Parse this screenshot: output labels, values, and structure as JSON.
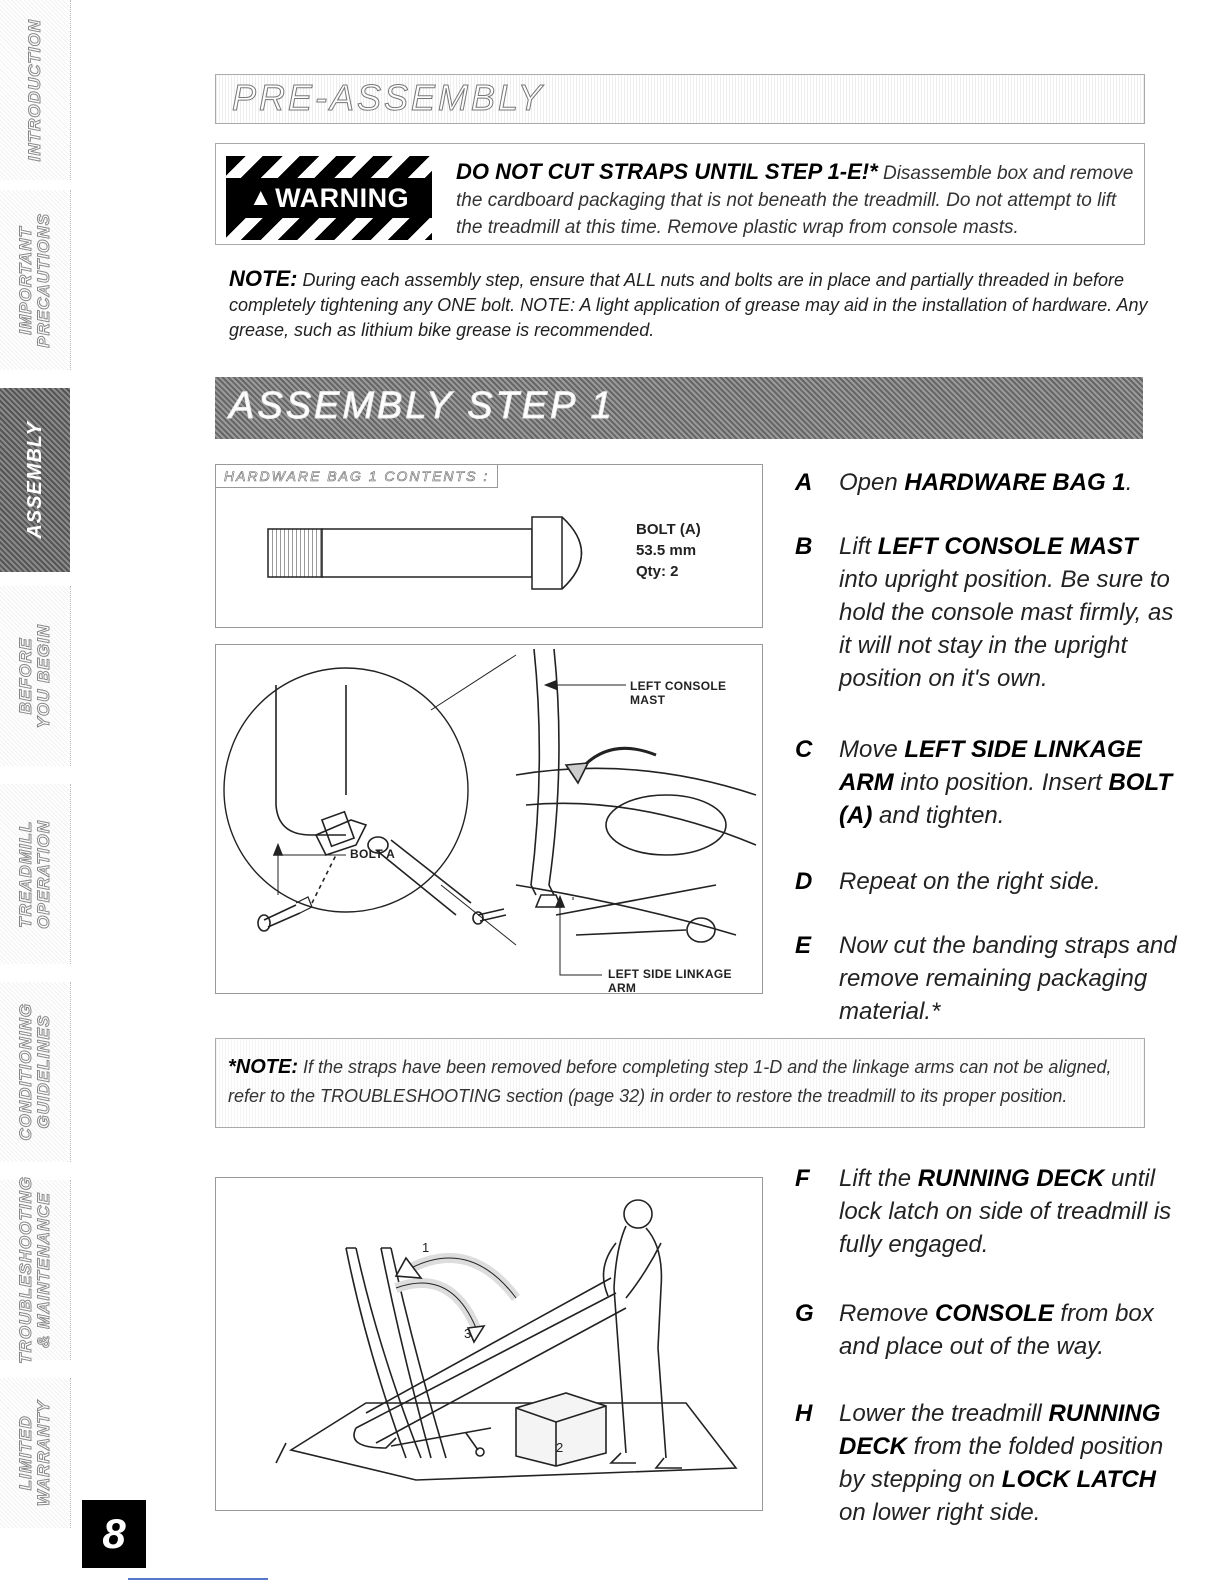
{
  "side_nav": [
    {
      "label": "INTRODUCTION",
      "active": false
    },
    {
      "label": "IMPORTANT\nPRECAUTIONS",
      "active": false
    },
    {
      "label": "ASSEMBLY",
      "active": true
    },
    {
      "label": "BEFORE\nYOU BEGIN",
      "active": false
    },
    {
      "label": "TREADMILL\nOPERATION",
      "active": false
    },
    {
      "label": "CONDITIONING\nGUIDELINES",
      "active": false
    },
    {
      "label": "TROUBLESHOOTING\n& MAINTENANCE",
      "active": false
    },
    {
      "label": "LIMITED\nWARRANTY",
      "active": false
    }
  ],
  "page_number": "8",
  "pre_assembly": {
    "title": "PRE-ASSEMBLY",
    "warning_label": "WARNING",
    "warning_lead": "DO NOT CUT STRAPS UNTIL STEP 1-E!*",
    "warning_text": " Disassemble box and remove the cardboard packaging that is not beneath the treadmill. Do not attempt to lift the treadmill at this time. Remove plastic wrap from console masts.",
    "note_lead": "NOTE:",
    "note_text": " During each assembly step, ensure that ALL nuts and bolts are in place and partially threaded in before completely tightening any ONE bolt. NOTE: A light application of grease may aid in the installation of hardware. Any grease, such as lithium bike grease is recommended."
  },
  "step1": {
    "title": "ASSEMBLY STEP 1",
    "hardware_label": "HARDWARE BAG 1 CONTENTS :",
    "bolt_name": "BOLT (A)",
    "bolt_length": "53.5 mm",
    "bolt_qty": "Qty: 2",
    "fig_labels": {
      "mast": "LEFT CONSOLE MAST",
      "bolt": "BOLT A",
      "arm": "LEFT SIDE LINKAGE ARM",
      "arrow1": "1",
      "arrow3": "3",
      "box2": "2"
    },
    "instructions": [
      {
        "letter": "A",
        "pre": "Open ",
        "bold": "HARDWARE BAG 1",
        "mid": ".",
        "bold2": "",
        "post": ""
      },
      {
        "letter": "B",
        "pre": "Lift ",
        "bold": "LEFT CONSOLE MAST",
        "mid": " into upright position. Be sure to hold the console mast firmly, as it will not stay in the upright position on it's own.",
        "bold2": "",
        "post": ""
      },
      {
        "letter": "C",
        "pre": "Move ",
        "bold": "LEFT SIDE LINKAGE ARM",
        "mid": " into position. Insert ",
        "bold2": "BOLT (A)",
        "post": " and tighten."
      },
      {
        "letter": "D",
        "pre": "Repeat on the right side.",
        "bold": "",
        "mid": "",
        "bold2": "",
        "post": ""
      },
      {
        "letter": "E",
        "pre": "Now cut the banding straps and remove remaining packaging material.*",
        "bold": "",
        "mid": "",
        "bold2": "",
        "post": ""
      }
    ],
    "note_lead": "*NOTE:",
    "note_text": " If the straps have been removed before completing step 1-D and the linkage arms can not be aligned, refer to the TROUBLESHOOTING section (page 32) in order to restore the treadmill to its proper position.",
    "instructions2": [
      {
        "letter": "F",
        "pre": "Lift the ",
        "bold": "RUNNING DECK",
        "mid": " until lock latch  on side of treadmill is fully engaged.",
        "bold2": "",
        "post": ""
      },
      {
        "letter": "G",
        "pre": "Remove ",
        "bold": "CONSOLE",
        "mid": " from box and place out of the way.",
        "bold2": "",
        "post": ""
      },
      {
        "letter": "H",
        "pre": "Lower the treadmill ",
        "bold": "RUNNING DECK",
        "mid": " from the folded position by stepping on ",
        "bold2": "LOCK LATCH",
        "post": " on lower right side."
      }
    ]
  }
}
